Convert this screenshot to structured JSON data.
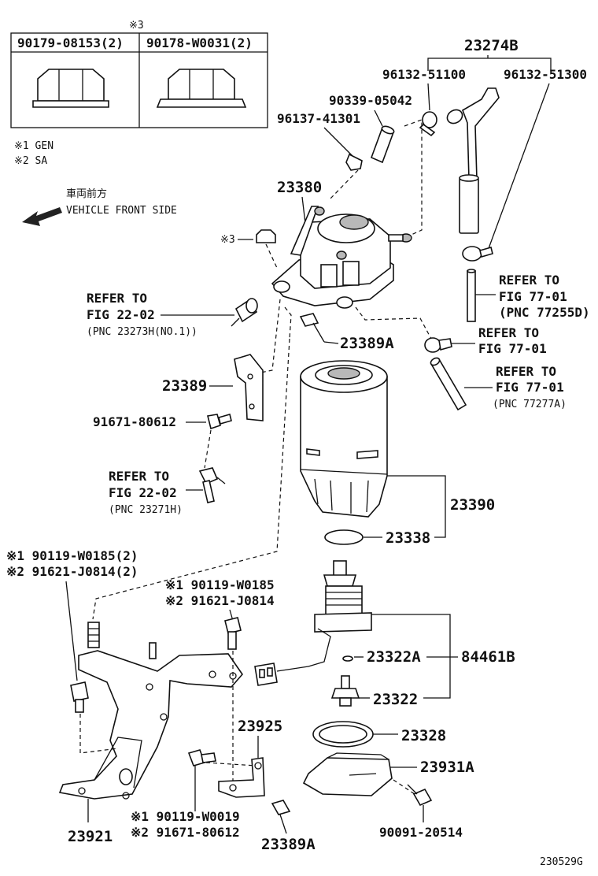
{
  "header": {
    "mark": "※3",
    "nut_a": "90179-08153(2)",
    "nut_b": "90178-W0031(2)"
  },
  "legend": {
    "gen": "※1 GEN",
    "sa": "※2 SA"
  },
  "direction": {
    "jp": "車両前方",
    "en": "VEHICLE FRONT SIDE"
  },
  "labels": {
    "p23274B": "23274B",
    "p96132_51100": "96132-51100",
    "p96132_51300": "96132-51300",
    "p90339_05042": "90339-05042",
    "p96137_41301": "96137-41301",
    "p23380": "23380",
    "mark3": "※3",
    "ref1_l1": "REFER TO",
    "ref1_l2": "FIG 22-02",
    "ref1_l3": "(PNC 23273H(NO.1))",
    "ref2_l1": "REFER TO",
    "ref2_l2": "FIG 77-01",
    "ref2_l3": "(PNC 77255D)",
    "ref3_l1": "REFER TO",
    "ref3_l2": "FIG 77-01",
    "ref4_l1": "REFER TO",
    "ref4_l2": "FIG 77-01",
    "ref4_l3": "(PNC 77277A)",
    "ref5_l1": "REFER TO",
    "ref5_l2": "FIG 22-02",
    "ref5_l3": "(PNC 23271H)",
    "p23389A_top": "23389A",
    "p23389": "23389",
    "p91671_80612": "91671-80612",
    "p23390": "23390",
    "p23338": "23338",
    "left_alt1": "※1 90119-W0185(2)",
    "left_alt2": "※2 91621-J0814(2)",
    "mid_alt1": "※1 90119-W0185",
    "mid_alt2": "※2 91621-J0814",
    "p23322A": "23322A",
    "p84461B": "84461B",
    "p23322": "23322",
    "p23328": "23328",
    "p23925": "23925",
    "p23931A": "23931A",
    "p23921": "23921",
    "bot_alt1": "※1 90119-W0019",
    "bot_alt2": "※2 91671-80612",
    "p23389A_bot": "23389A",
    "p90091_20514": "90091-20514",
    "fig_code": "230529G"
  }
}
